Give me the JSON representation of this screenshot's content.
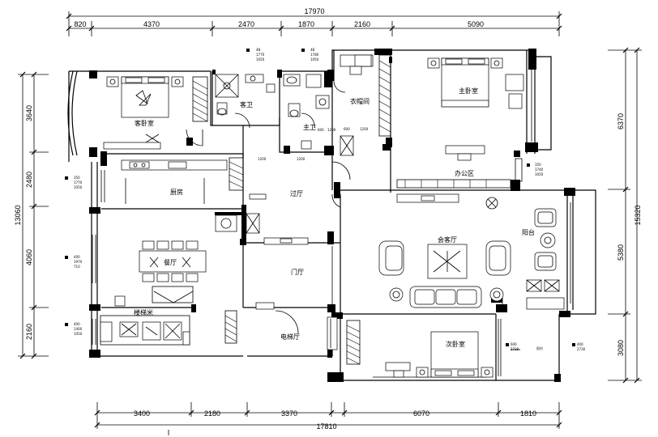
{
  "dimensions": {
    "top_total": "17970",
    "top": [
      "820",
      "4370",
      "2470",
      "1870",
      "2160",
      "5090"
    ],
    "bottom_total": "17810",
    "bottom": [
      "3400",
      "2180",
      "3370",
      "6070",
      "1810"
    ],
    "left_total": "13060",
    "left": [
      "3640",
      "2480",
      "4060",
      "2160"
    ],
    "right_total": "15320",
    "right": [
      "6370",
      "5380",
      "3080"
    ]
  },
  "rooms": {
    "guest_bedroom": "客卧室",
    "guest_bath": "客卫",
    "master_bath": "主卫",
    "walk_in_closet": "衣帽间",
    "master_bedroom": "主卧室",
    "office": "办公区",
    "kitchen": "厨房",
    "hallway": "过厅",
    "dining": "餐厅",
    "entry": "门厅",
    "living": "会客厅",
    "balcony": "阳台",
    "stairwell": "楼梯米",
    "elevator": "电梯厅",
    "second_bedroom": "次卧室",
    "small_balcony": "阳台"
  },
  "notes": {
    "n1": [
      "4B",
      "1770",
      "1050"
    ],
    "n2": [
      "4B",
      "1780",
      "1050"
    ],
    "n3": [
      "350",
      "1770",
      "1050"
    ],
    "n4": [
      "350",
      "1740",
      "1050"
    ],
    "n5": [
      "400",
      "1970",
      "710"
    ],
    "n6": [
      "400",
      "1400",
      "1050"
    ],
    "n7": [
      "600",
      "2730"
    ],
    "n8": [
      "400",
      "2730"
    ],
    "n9": [
      "600",
      "1200"
    ],
    "n10": [
      "1200"
    ],
    "n11": [
      "600",
      "1200"
    ],
    "n12": [
      "1200"
    ]
  }
}
